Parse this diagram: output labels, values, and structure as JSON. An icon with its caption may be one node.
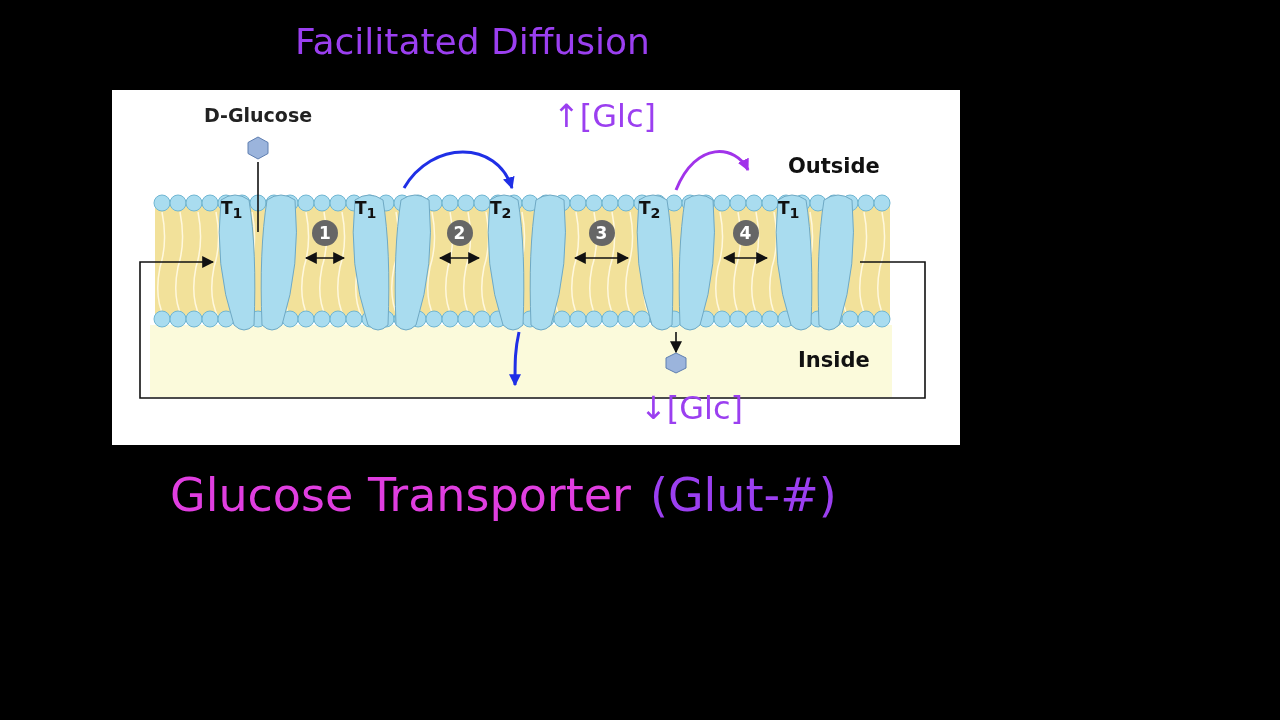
{
  "diagram": {
    "title": "Facilitated Diffusion",
    "nodes": [
      {
        "text": [
          "D-Glucose"
        ]
      },
      {
        "text": [
          "T$_{1}$"
        ]
      },
      {
        "text": [
          "T$_{1}$"
        ]
      },
      {
        "text": [
          "T$_{2}$"
        ]
      },
      {
        "text": [
          "T$_{2}$"
        ]
      },
      {
        "text": [
          "T$_{1}$"
        ]
      },
      {
        "text": [],
        "shape": "hexagon"
      }
    ],
    "edges": [
      {
        "from": 0,
        "to": 1,
        "arrow": "none"
      },
      {
        "from": 1,
        "to": 2,
        "arrow": "both",
        "label": "1"
      },
      {
        "from": 2,
        "to": 3,
        "arrow": "both",
        "label": "2"
      },
      {
        "from": 3,
        "to": 4,
        "arrow": "both",
        "label": "3"
      },
      {
        "from": 4,
        "to": 5,
        "arrow": "both",
        "label": "4"
      },
      {
        "from": 4,
        "to": 6,
        "arrow": "to"
      },
      {
        "from": 5,
        "to": 1,
        "arrow": "to"
      },
      {
        "from": 2,
        "to": 3,
        "arrow": "to",
        "color": "#1f2fe6"
      },
      {
        "from": 3,
        "to": null,
        "arrow": "to",
        "color": "#1f2fe6"
      },
      {
        "from": 4,
        "to": null,
        "arrow": "to",
        "color": "#a133ea"
      }
    ],
    "labels": [
      "↑[Glc]",
      "Outside",
      "Inside",
      "↓[Glc]",
      "Glucose Transporter",
      "(Glut-#)"
    ]
  }
}
